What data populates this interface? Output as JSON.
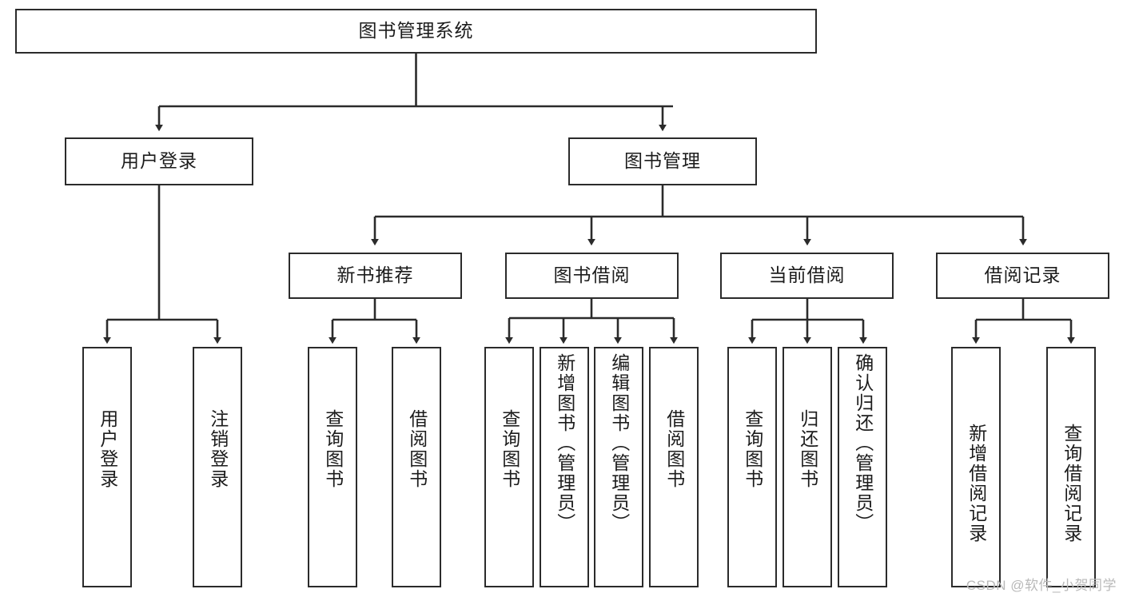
{
  "diagram": {
    "title": "图书管理系统",
    "type": "hierarchy-tree",
    "watermark": "CSDN @软件_小贺同学",
    "colors": {
      "border": "#2b2b2b",
      "fill": "#ffffff",
      "text": "#1c1c1c",
      "connector": "#2b2b2b",
      "watermark": "#b9b9b9"
    },
    "root": {
      "label": "图书管理系统"
    },
    "level2": [
      {
        "label": "用户登录"
      },
      {
        "label": "图书管理"
      }
    ],
    "level3": [
      {
        "label": "新书推荐"
      },
      {
        "label": "图书借阅"
      },
      {
        "label": "当前借阅"
      },
      {
        "label": "借阅记录"
      }
    ],
    "leaves": {
      "user_login": [
        {
          "label": "用户登录"
        },
        {
          "label": "注销登录"
        }
      ],
      "new_book_recommend": [
        {
          "label": "查询图书"
        },
        {
          "label": "借阅图书"
        }
      ],
      "book_borrow": [
        {
          "label": "查询图书"
        },
        {
          "label": "新增图书（管理员）"
        },
        {
          "label": "编辑图书（管理员）"
        },
        {
          "label": "借阅图书"
        }
      ],
      "current_borrow": [
        {
          "label": "查询图书"
        },
        {
          "label": "归还图书"
        },
        {
          "label": "确认归还（管理员）"
        }
      ],
      "borrow_record": [
        {
          "label": "新增借阅记录"
        },
        {
          "label": "查询借阅记录"
        }
      ]
    }
  }
}
